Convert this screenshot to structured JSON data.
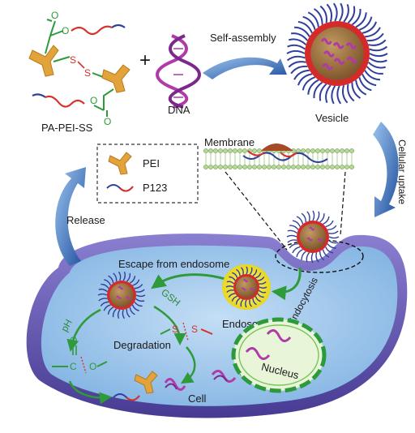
{
  "labels": {
    "reagent": "PA-PEI-SS",
    "plus": "+",
    "dna": "DNA",
    "self_assembly": "Self-assembly",
    "vesicle": "Vesicle",
    "membrane": "Membrane",
    "cellular_uptake": "Cellular uptake",
    "release": "Release",
    "escape": "Escape from endosome",
    "endosome": "Endosome",
    "endocytosis": "Endocytosis",
    "gsh": "GSH",
    "ph": "pH",
    "degradation": "Degradation",
    "nucleus": "Nucleus",
    "cell": "Cell",
    "ss_s1": "S",
    "ss_s2": "S",
    "ester_c": "C",
    "ester_o_single": "O",
    "ester_o_double": "O"
  },
  "legend": {
    "items": [
      {
        "label": "PEI",
        "icon": "pei-y-shape-icon"
      },
      {
        "label": "P123",
        "icon": "p123-chain-icon"
      }
    ]
  },
  "colors": {
    "cell_membrane": "#5b4fa8",
    "cytoplasm": "#9ec8ec",
    "pei": "#e2a33a",
    "p123_blue": "#2f3f9a",
    "p123_red": "#d6322c",
    "vesicle_shell": "#d42a2a",
    "vesicle_core": "#9a7040",
    "dna": "#b03aa8",
    "arrow_blue": "#2a5aa8",
    "arrow_green": "#2e9a3a",
    "endosome_glow": "#f5e64a",
    "nucleus": "#2c9a3a"
  }
}
